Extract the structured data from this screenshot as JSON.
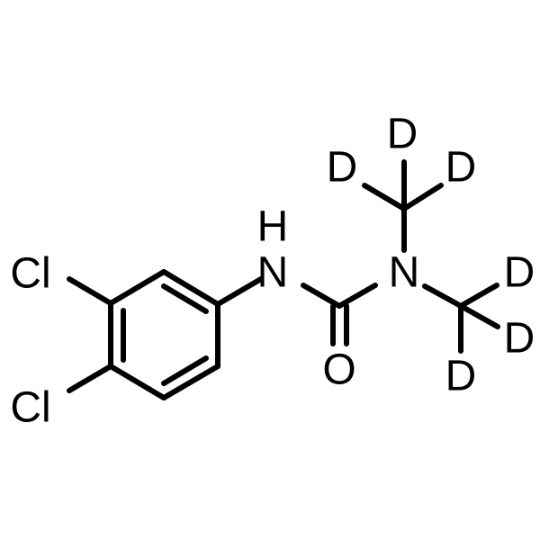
{
  "molecule": {
    "atom_labels": {
      "cl_upper": "Cl",
      "cl_lower": "Cl",
      "nh_h": "H",
      "nh_n": "N",
      "n_dimethyl": "N",
      "carbonyl_o": "O",
      "d1": "D",
      "d2": "D",
      "d3": "D",
      "d4": "D",
      "d5": "D",
      "d6": "D"
    }
  },
  "colors": {
    "background": "#ffffff",
    "ink": "#000000"
  }
}
